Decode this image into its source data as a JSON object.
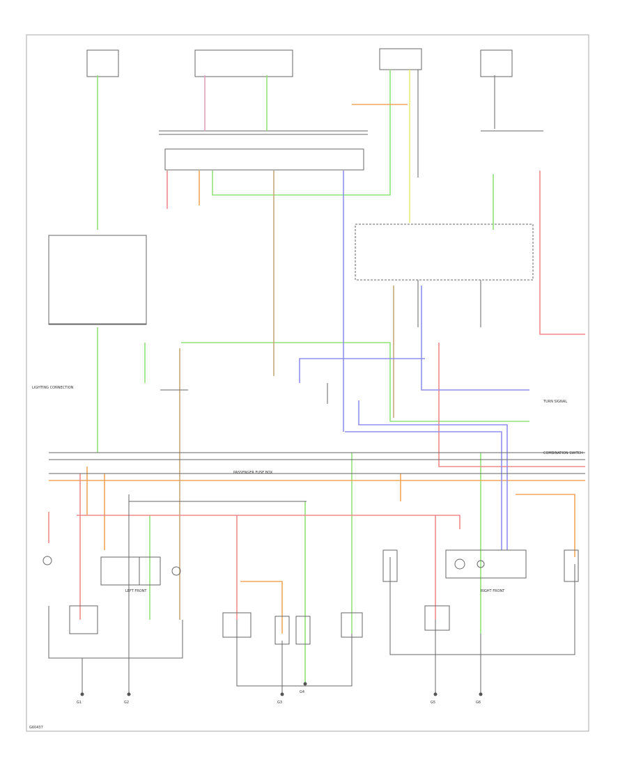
{
  "diagram": {
    "footer_code": "G60437",
    "colors": {
      "frame": "#999999",
      "wire_black": "#555555",
      "wire_green": "#8fe27a",
      "wire_orange": "#f2a65a",
      "wire_red": "#f08a8a",
      "wire_blue": "#8f8fef",
      "wire_yellow": "#ecec74",
      "wire_tan": "#c8a878",
      "wire_pink": "#e0a0c0"
    },
    "labels": {
      "connector_left": "LIGHTING CONNECTION",
      "connector_mid": "COMBINATION SWITCH",
      "connector_right": "TURN SIGNAL",
      "bus_label": "PASSENGER FUSE BOX",
      "left_front": "LEFT FRONT",
      "right_front": "RIGHT FRONT",
      "ground_a": "G1",
      "ground_b": "G2",
      "ground_c": "G3",
      "ground_d": "G4",
      "ground_e": "G5",
      "ground_f": "G6"
    }
  }
}
